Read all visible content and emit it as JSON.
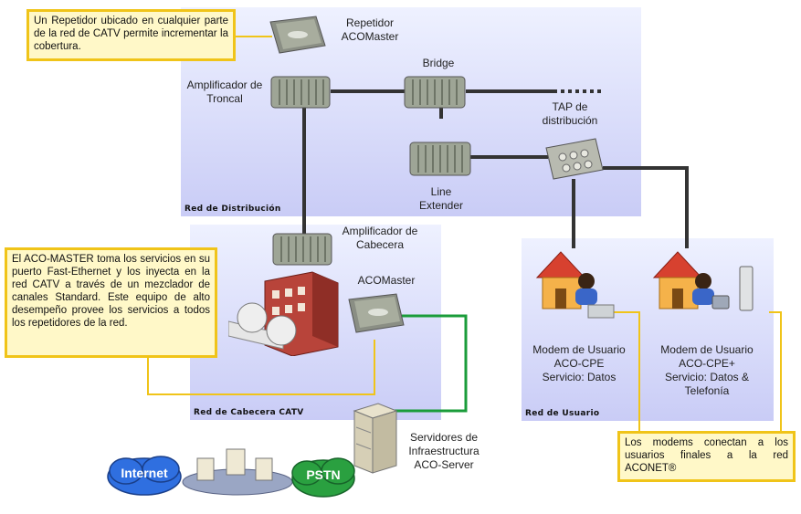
{
  "zones": {
    "distribution": "Red de Distribución",
    "headend": "Red de Cabecera CATV",
    "users": "Red de Usuario"
  },
  "notes": {
    "repeater": "Un Repetidor ubicado en cualquier parte de la red de CATV permite incrementar la cobertura.",
    "acomaster": "El ACO-MASTER toma los servicios en su puerto Fast-Ethernet y los inyecta en la red CATV a través de un mezclador de canales Standard. Este equipo de alto desempeño provee los servicios a todos los repetidores de la red.",
    "modems": "Los modems conectan a los usuarios finales a la red ACONET®"
  },
  "labels": {
    "repeater": "Repetidor\nACOMaster",
    "trunk_amp": "Amplificador de\nTroncal",
    "bridge": "Bridge",
    "tap": "TAP de\ndistribución",
    "line_extender": "Line\nExtender",
    "headend_amp": "Amplificador de\nCabecera",
    "acomaster": "ACOMaster",
    "modem_cpe": "Modem de Usuario\nACO-CPE\nServicio: Datos",
    "modem_cpe_plus": "Modem de Usuario\nACO-CPE+\nServicio: Datos &\nTelefonía",
    "servers": "Servidores de\nInfraestructura\nACO-Server",
    "internet": "Internet",
    "pstn": "PSTN"
  },
  "colors": {
    "note_border": "#f0c419",
    "note_fill": "#fff8c8",
    "trunk_cable": "#333333",
    "ethernet_cable": "#1a9c3a",
    "zone_fill": "#c9ccf6"
  }
}
